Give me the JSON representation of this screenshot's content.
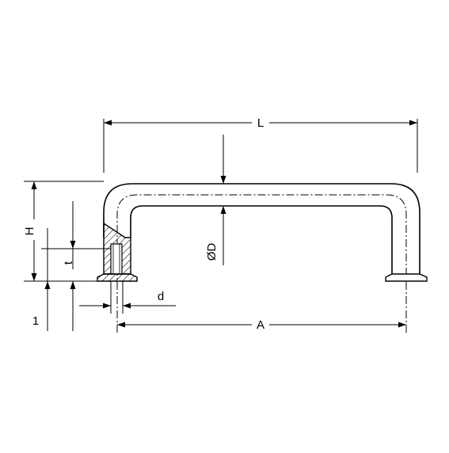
{
  "diagram": {
    "labels": {
      "length": "L",
      "height": "H",
      "thread_depth": "t",
      "tube_diameter": "ØD",
      "thread_diameter": "d",
      "center_distance": "A",
      "surface_marker": "1"
    }
  }
}
